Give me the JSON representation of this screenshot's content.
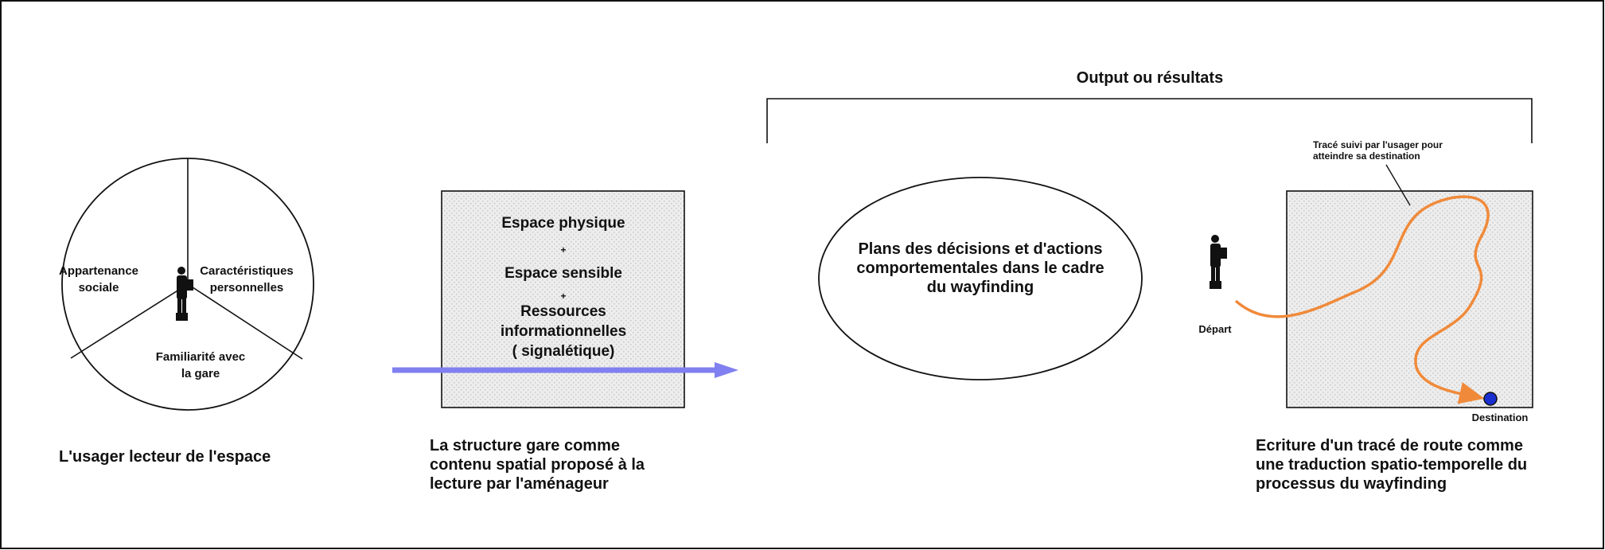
{
  "output_header": "Output ou résultats",
  "circle": {
    "sector_left": [
      "Appartenance",
      "sociale"
    ],
    "sector_right": [
      "Caractéristiques",
      "personnelles"
    ],
    "sector_bottom": [
      "Familiarité avec",
      "la gare"
    ],
    "caption": "L'usager lecteur de l'espace"
  },
  "station_box": {
    "lines": [
      "Espace physique",
      "+",
      "Espace sensible",
      "+",
      "Ressources",
      "informationnelles",
      "( signalétique)"
    ],
    "caption": [
      "La structure  gare comme",
      " contenu spatial  proposé à la",
      "lecture par l'aménageur"
    ]
  },
  "oval": {
    "lines": [
      "Plans des décisions et d'actions",
      "comportementales  dans  le cadre",
      "du wayfinding"
    ]
  },
  "route_box": {
    "path_note": [
      "Tracé suivi par l'usager pour",
      "atteindre sa destination"
    ],
    "start_label": "Départ",
    "end_label": "Destination",
    "caption": [
      "Ecriture d'un tracé de route comme",
      " une  traduction spatio-temporelle du",
      " processus du wayfinding"
    ]
  },
  "colors": {
    "flow_arrow": "#8080f0",
    "route_path": "#f08a3a",
    "destination_dot": "#1a2fd0",
    "box_fill": "#e8e8e8"
  },
  "icons": [
    "person-icon"
  ]
}
